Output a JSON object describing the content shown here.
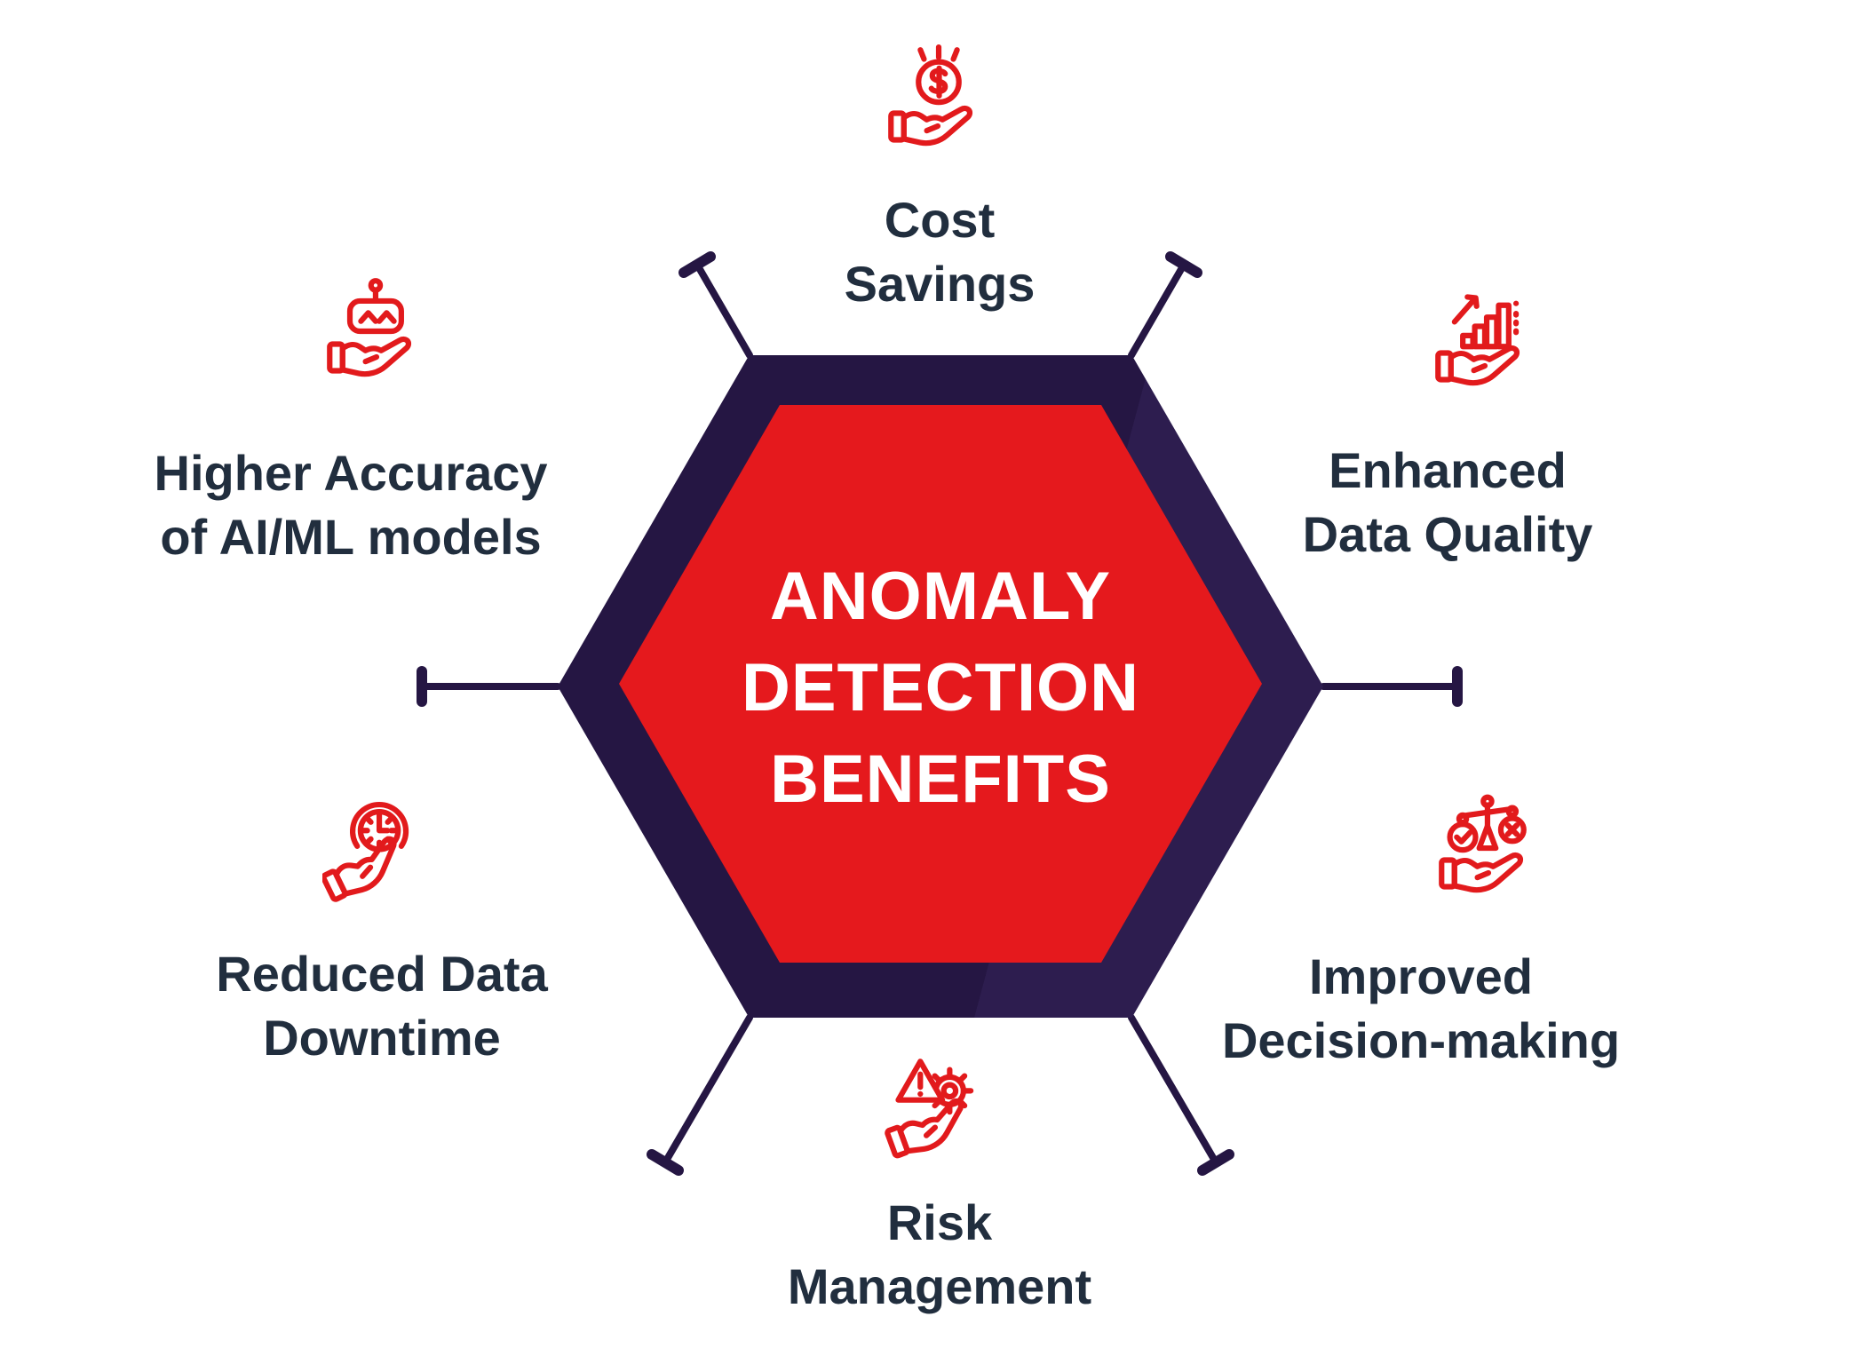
{
  "title": {
    "lines": [
      "ANOMALY",
      "DETECTION",
      "BENEFITS"
    ]
  },
  "benefits": [
    {
      "name": "cost-savings",
      "lines": [
        "Cost",
        "Savings"
      ],
      "icon": "coin-dollar-hand-icon"
    },
    {
      "name": "enhanced-data-quality",
      "lines": [
        "Enhanced",
        "Data Quality"
      ],
      "icon": "growth-chart-hand-icon"
    },
    {
      "name": "improved-decision-making",
      "lines": [
        "Improved",
        "Decision-making"
      ],
      "icon": "balance-scale-hand-icon"
    },
    {
      "name": "risk-management",
      "lines": [
        "Risk",
        "Management"
      ],
      "icon": "warning-gear-hand-icon"
    },
    {
      "name": "reduced-data-downtime",
      "lines": [
        "Reduced Data",
        "Downtime"
      ],
      "icon": "stopwatch-hand-icon"
    },
    {
      "name": "higher-accuracy-ai-ml",
      "lines": [
        "Higher Accuracy",
        "of AI/ML models"
      ],
      "icon": "robot-hand-icon"
    }
  ],
  "colors": {
    "accent-red": "#e21a1c",
    "hex-red": "#e5191d",
    "hex-dark": "#251643",
    "hex-dark-light": "#2d1d4f",
    "text-dark": "#212e3e",
    "text-light": "#ffffff",
    "bg": "#ffffff"
  }
}
